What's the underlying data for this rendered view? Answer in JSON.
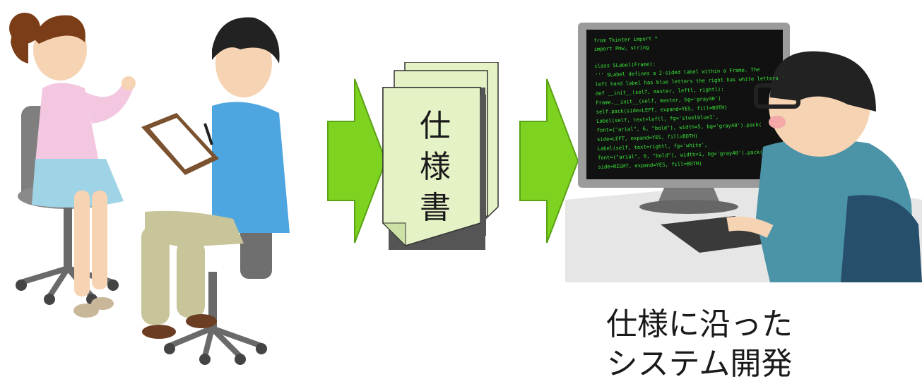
{
  "document": {
    "label_chars": [
      "仕",
      "様",
      "書"
    ]
  },
  "caption": {
    "line1": "仕様に沿った",
    "line2": "システム開発"
  },
  "code_screen": {
    "lines": [
      "from Tkinter import *",
      "import Pmw, string",
      "",
      "class SLabel(Frame):",
      "  ''' SLabel defines a 2-sided label within a Frame. The",
      "      left hand label has blue letters the right has white letters '''",
      "  def __init__(self, master, leftl, rightl):",
      "      Frame.__init__(self, master, bg='gray40')",
      "      self.pack(side=LEFT, expand=YES, fill=BOTH)",
      "      Label(self, text=leftl, fg='steelblue1',",
      "            font=(\"arial\", 6, \"bold\"), width=5, bg='gray40').pack(",
      "            side=LEFT, expand=YES, fill=BOTH)",
      "      Label(self, text=rightl, fg='white',",
      "            font=(\"arial\", 6, \"bold\"), width=1, bg='gray40').pack(",
      "            side=RIGHT, expand=YES, fill=BOTH)"
    ]
  },
  "colors": {
    "arrow_fill": "#7ed321",
    "document_fill": "#e4f2c6",
    "code_text": "#39e639"
  }
}
